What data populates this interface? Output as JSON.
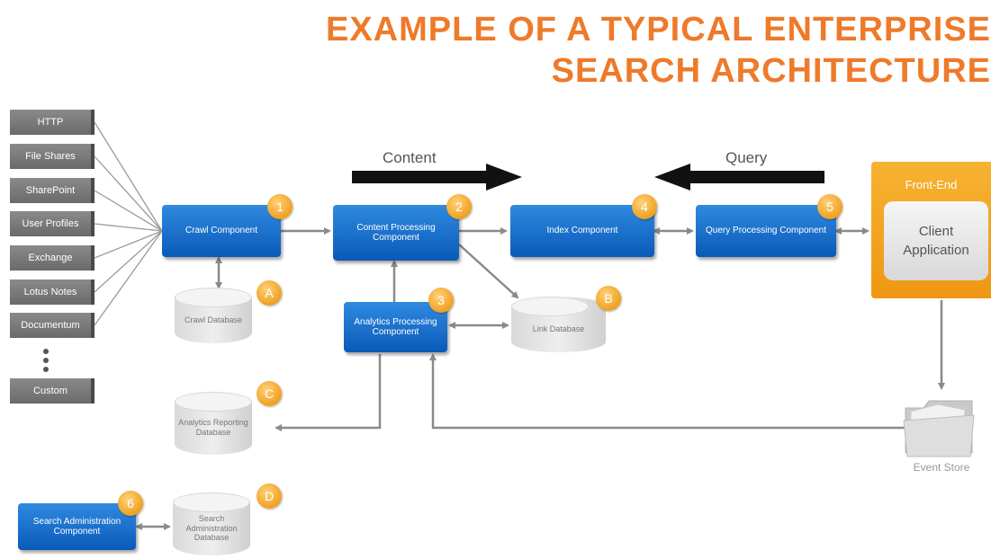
{
  "title": {
    "line1": "EXAMPLE OF A TYPICAL ENTERPRISE",
    "line2": "SEARCH ARCHITECTURE"
  },
  "sources": [
    "HTTP",
    "File Shares",
    "SharePoint",
    "User Profiles",
    "Exchange",
    "Lotus Notes",
    "Documentum",
    "Custom"
  ],
  "flow_labels": {
    "content": "Content",
    "query": "Query"
  },
  "components": {
    "crawl": {
      "label": "Crawl Component",
      "badge": "1"
    },
    "content_processing": {
      "label": "Content Processing Component",
      "badge": "2"
    },
    "analytics_processing": {
      "label": "Analytics Processing Component",
      "badge": "3"
    },
    "index": {
      "label": "Index Component",
      "badge": "4"
    },
    "query_processing": {
      "label": "Query Processing Component",
      "badge": "5"
    },
    "search_admin": {
      "label": "Search Administration Component",
      "badge": "6"
    }
  },
  "databases": {
    "crawl": {
      "label": "Crawl Database",
      "badge": "A"
    },
    "link": {
      "label": "Link Database",
      "badge": "B"
    },
    "analytics_reporting": {
      "label": "Analytics Reporting Database",
      "badge": "C"
    },
    "search_admin": {
      "label": "Search Administration Database",
      "badge": "D"
    }
  },
  "front_end": {
    "label": "Front-End",
    "client": "Client Application"
  },
  "event_store": {
    "label": "Event Store"
  },
  "colors": {
    "title": "#ee7a2a",
    "component": "#1268c8",
    "badge": "#f0a020",
    "front_end": "#f2a21e",
    "source": "#777777"
  }
}
